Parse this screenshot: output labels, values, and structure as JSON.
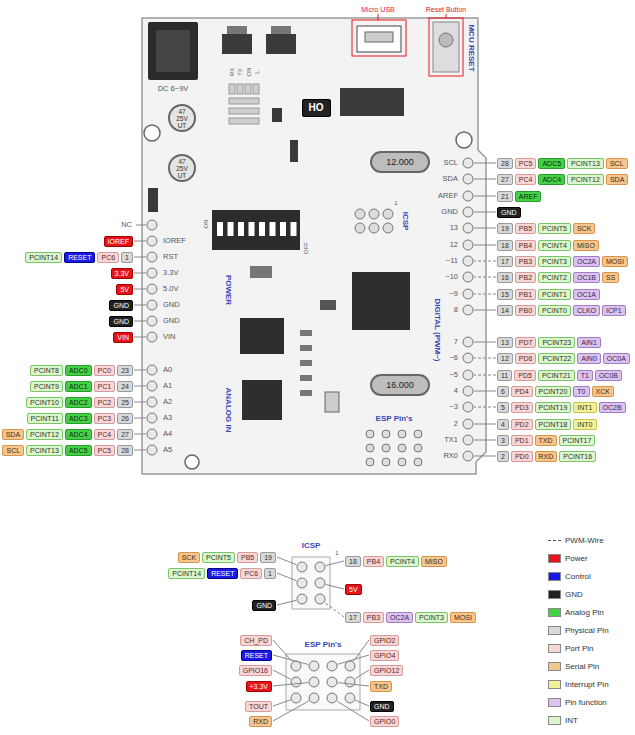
{
  "diagram": {
    "nodes": [
      {
        "text": [
          "47 25V UT"
        ]
      },
      {
        "text": [
          "HO"
        ]
      },
      {
        "text": [
          "47 25V UT"
        ]
      },
      {
        "text": [
          "12.000"
        ]
      },
      {
        "text": [
          "16.000"
        ]
      },
      {
        "text": [
          "28"
        ]
      },
      {
        "text": [
          "PC5"
        ]
      },
      {
        "text": [
          "ADC5"
        ]
      },
      {
        "text": [
          "PCINT13"
        ]
      },
      {
        "text": [
          "SCL"
        ]
      },
      {
        "text": [
          "27"
        ]
      },
      {
        "text": [
          "PC4"
        ]
      },
      {
        "text": [
          "ADC4"
        ]
      },
      {
        "text": [
          "PCINT12"
        ]
      },
      {
        "text": [
          "SDA"
        ]
      },
      {
        "text": [
          "21"
        ]
      },
      {
        "text": [
          "AREF"
        ]
      },
      {
        "text": [
          "GND"
        ]
      },
      {
        "text": [
          "19"
        ]
      },
      {
        "text": [
          "PB5"
        ]
      },
      {
        "text": [
          "PCINT5"
        ]
      },
      {
        "text": [
          "SCK"
        ]
      },
      {
        "text": [
          "18"
        ]
      },
      {
        "text": [
          "PB4"
        ]
      },
      {
        "text": [
          "PCINT4"
        ]
      },
      {
        "text": [
          "MISO"
        ]
      },
      {
        "text": [
          "17"
        ]
      },
      {
        "text": [
          "PB3"
        ]
      },
      {
        "text": [
          "PCINT3"
        ]
      },
      {
        "text": [
          "OC2A"
        ]
      },
      {
        "text": [
          "MOSI"
        ]
      },
      {
        "text": [
          "16"
        ]
      },
      {
        "text": [
          "PB2"
        ]
      },
      {
        "text": [
          "PCINT2"
        ]
      },
      {
        "text": [
          "OC1B"
        ]
      },
      {
        "text": [
          "SS"
        ]
      },
      {
        "text": [
          "15"
        ]
      },
      {
        "text": [
          "PB1"
        ]
      },
      {
        "text": [
          "PCINT1"
        ]
      },
      {
        "text": [
          "OC1A"
        ]
      },
      {
        "text": [
          "14"
        ]
      },
      {
        "text": [
          "PB0"
        ]
      },
      {
        "text": [
          "PCINT0"
        ]
      },
      {
        "text": [
          "CLKO"
        ]
      },
      {
        "text": [
          "ICP1"
        ]
      },
      {
        "text": [
          "13"
        ]
      },
      {
        "text": [
          "PD7"
        ]
      },
      {
        "text": [
          "PCINT23"
        ]
      },
      {
        "text": [
          "AIN1"
        ]
      },
      {
        "text": [
          "12"
        ]
      },
      {
        "text": [
          "PD6"
        ]
      },
      {
        "text": [
          "PCINT22"
        ]
      },
      {
        "text": [
          "AIN0"
        ]
      },
      {
        "text": [
          "OC0A"
        ]
      },
      {
        "text": [
          "11"
        ]
      },
      {
        "text": [
          "PD5"
        ]
      },
      {
        "text": [
          "PCINT21"
        ]
      },
      {
        "text": [
          "T1"
        ]
      },
      {
        "text": [
          "OC0B"
        ]
      },
      {
        "text": [
          "6"
        ]
      },
      {
        "text": [
          "PD4"
        ]
      },
      {
        "text": [
          "PCINT20"
        ]
      },
      {
        "text": [
          "T0"
        ]
      },
      {
        "text": [
          "XCK"
        ]
      },
      {
        "text": [
          "5"
        ]
      },
      {
        "text": [
          "PD3"
        ]
      },
      {
        "text": [
          "PCINT19"
        ]
      },
      {
        "text": [
          "INT1"
        ]
      },
      {
        "text": [
          "OC2B"
        ]
      },
      {
        "text": [
          "4"
        ]
      },
      {
        "text": [
          "PD2"
        ]
      },
      {
        "text": [
          "PCINT18"
        ]
      },
      {
        "text": [
          "INT0"
        ]
      },
      {
        "text": [
          "3"
        ]
      },
      {
        "text": [
          "PD1"
        ]
      },
      {
        "text": [
          "TXD"
        ]
      },
      {
        "text": [
          "PCINT17"
        ]
      },
      {
        "text": [
          "2"
        ]
      },
      {
        "text": [
          "PD0"
        ]
      },
      {
        "text": [
          "RXD"
        ]
      },
      {
        "text": [
          "PCINT16"
        ]
      },
      {
        "text": [
          "IOREF"
        ]
      },
      {
        "text": [
          "PCINT14"
        ]
      },
      {
        "text": [
          "RESET"
        ]
      },
      {
        "text": [
          "PC6"
        ]
      },
      {
        "text": [
          "1"
        ]
      },
      {
        "text": [
          "3.3V"
        ]
      },
      {
        "text": [
          "5V"
        ]
      },
      {
        "text": [
          "GND"
        ]
      },
      {
        "text": [
          "GND"
        ]
      },
      {
        "text": [
          "VIN"
        ]
      },
      {
        "text": [
          "PCINT8"
        ]
      },
      {
        "text": [
          "ADC0"
        ]
      },
      {
        "text": [
          "PC0"
        ]
      },
      {
        "text": [
          "23"
        ]
      },
      {
        "text": [
          "PCINT9"
        ]
      },
      {
        "text": [
          "ADC1"
        ]
      },
      {
        "text": [
          "PC1"
        ]
      },
      {
        "text": [
          "24"
        ]
      },
      {
        "text": [
          "PCINT10"
        ]
      },
      {
        "text": [
          "ADC2"
        ]
      },
      {
        "text": [
          "PC2"
        ]
      },
      {
        "text": [
          "25"
        ]
      },
      {
        "text": [
          "PCINT11"
        ]
      },
      {
        "text": [
          "ADC3"
        ]
      },
      {
        "text": [
          "PC3"
        ]
      },
      {
        "text": [
          "26"
        ]
      },
      {
        "text": [
          "SDA"
        ]
      },
      {
        "text": [
          "PCINT12"
        ]
      },
      {
        "text": [
          "ADC4"
        ]
      },
      {
        "text": [
          "PC4"
        ]
      },
      {
        "text": [
          "27"
        ]
      },
      {
        "text": [
          "SCL"
        ]
      },
      {
        "text": [
          "PCINT13"
        ]
      },
      {
        "text": [
          "ADC5"
        ]
      },
      {
        "text": [
          "PC5"
        ]
      },
      {
        "text": [
          "28"
        ]
      },
      {
        "text": [
          "SCK"
        ]
      },
      {
        "text": [
          "PCINT5"
        ]
      },
      {
        "text": [
          "PB5"
        ]
      },
      {
        "text": [
          "19"
        ]
      },
      {
        "text": [
          "18"
        ]
      },
      {
        "text": [
          "PB4"
        ]
      },
      {
        "text": [
          "PCINT4"
        ]
      },
      {
        "text": [
          "MISO"
        ]
      },
      {
        "text": [
          "PCINT14"
        ]
      },
      {
        "text": [
          "RESET"
        ]
      },
      {
        "text": [
          "PC6"
        ]
      },
      {
        "text": [
          "1"
        ]
      },
      {
        "text": [
          "5V"
        ]
      },
      {
        "text": [
          "GND"
        ]
      },
      {
        "text": [
          "17"
        ]
      },
      {
        "text": [
          "PB3"
        ]
      },
      {
        "text": [
          "OC2A"
        ]
      },
      {
        "text": [
          "PCINT3"
        ]
      },
      {
        "text": [
          "MOSI"
        ]
      },
      {
        "text": [
          "CH_PD"
        ]
      },
      {
        "text": [
          "GPIO2"
        ]
      },
      {
        "text": [
          "RESET"
        ]
      },
      {
        "text": [
          "GPIO4"
        ]
      },
      {
        "text": [
          "GPIO16"
        ]
      },
      {
        "text": [
          "GPIO12"
        ]
      },
      {
        "text": [
          "+3.3V"
        ]
      },
      {
        "text": [
          "TXD"
        ]
      },
      {
        "text": [
          "TOUT"
        ]
      },
      {
        "text": [
          "GND"
        ]
      },
      {
        "text": [
          "RXD"
        ]
      },
      {
        "text": [
          "GPIO0"
        ]
      }
    ],
    "labels": [
      "Micro USB",
      "Reset Button",
      "MCU RESET",
      "RX",
      "TX",
      "ON",
      "L",
      "DC 6~9V",
      "SCL",
      "SDA",
      "AREF",
      "GND",
      "13",
      "12",
      "~11",
      "~10",
      "~9",
      "8",
      "7",
      "~6",
      "~5",
      "4",
      "~3",
      "2",
      "TX1",
      "RX0",
      "DIGITAL (PWM~)",
      "ICSP",
      "1",
      "ON",
      "OFF",
      "NC",
      "IOREF",
      "RST",
      "3.3V",
      "5.0V",
      "GND",
      "GND",
      "VIN",
      "A0",
      "A1",
      "A2",
      "A3",
      "A4",
      "A5",
      "POWER",
      "ANALOG IN",
      "ESP Pin's",
      "ICSP",
      "1",
      "ESP Pin's"
    ],
    "legend": [
      {
        "text": "PWM-Wire"
      },
      {
        "text": "Power",
        "color": "#e8141b"
      },
      {
        "text": "Control",
        "color": "#1a1ae6"
      },
      {
        "text": "GND",
        "color": "#222222"
      },
      {
        "text": "Analog Pin",
        "color": "#45d145"
      },
      {
        "text": "Physical Pin",
        "color": "#d9d9d9"
      },
      {
        "text": "Port Pin",
        "color": "#f7d6d6"
      },
      {
        "text": "Serial Pin",
        "color": "#f5c790"
      },
      {
        "text": "Interrupt Pin",
        "color": "#f4f19a"
      },
      {
        "text": "Pin function",
        "color": "#dcc3ef"
      },
      {
        "text": "INT",
        "color": "#dcf5cf"
      }
    ]
  }
}
